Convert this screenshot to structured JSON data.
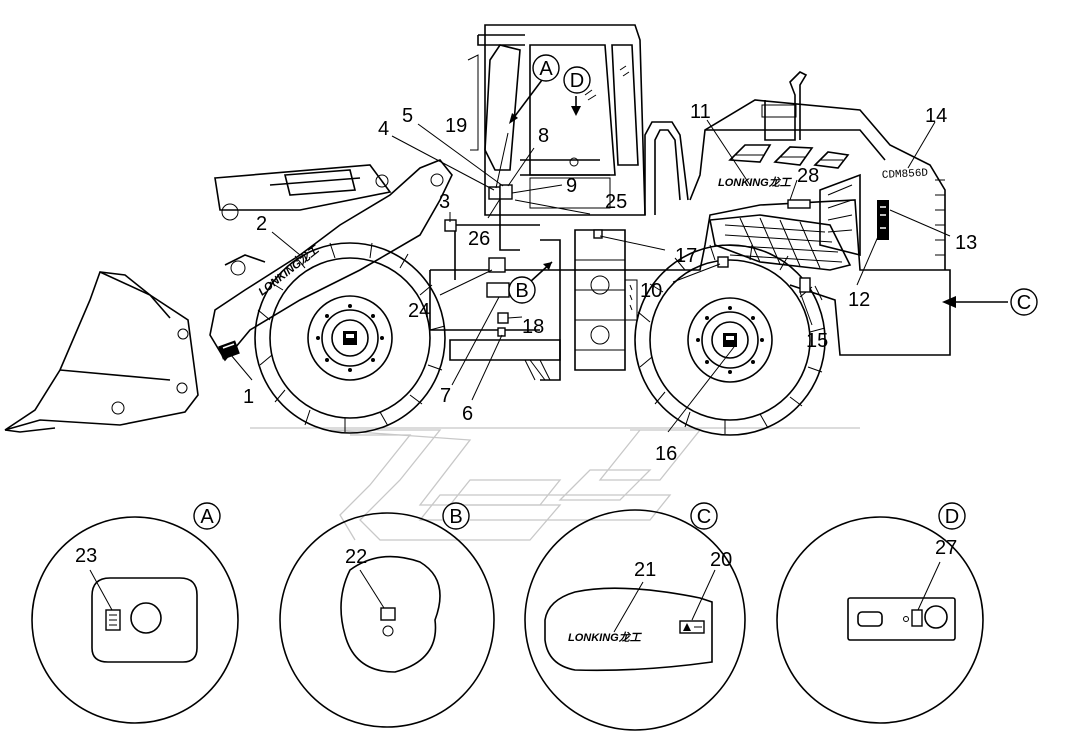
{
  "callouts": {
    "c1": "1",
    "c2": "2",
    "c3": "3",
    "c4": "4",
    "c5": "5",
    "c6": "6",
    "c7": "7",
    "c8": "8",
    "c9": "9",
    "c10": "10",
    "c11": "11",
    "c12": "12",
    "c13": "13",
    "c14": "14",
    "c15": "15",
    "c16": "16",
    "c17": "17",
    "c18": "18",
    "c19": "19",
    "c20": "20",
    "c21": "21",
    "c22": "22",
    "c23": "23",
    "c24": "24",
    "c25": "25",
    "c26": "26",
    "c27": "27",
    "c28": "28"
  },
  "views": {
    "a": "A",
    "b": "B",
    "c": "C",
    "d": "D"
  },
  "labels": {
    "brand": "LONKING",
    "brand_cn": "龙工",
    "model": "CDM856D"
  }
}
